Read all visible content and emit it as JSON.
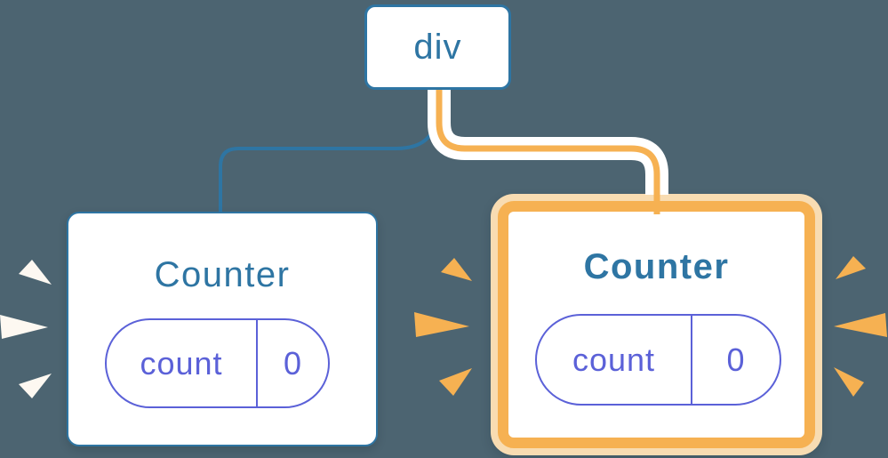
{
  "diagram_type": "react-render-tree",
  "colors": {
    "background": "#4c6471",
    "blue": "#2e75a3",
    "indigo": "#5b61d8",
    "orange": "#f6b152",
    "peach": "#f8dcb2",
    "card": "#ffffff",
    "sparkle": "#fdf8f1"
  },
  "tree": {
    "root": {
      "label": "div"
    },
    "children": [
      {
        "title": "Counter",
        "highlighted": false,
        "state": {
          "key": "count",
          "value": "0"
        }
      },
      {
        "title": "Counter",
        "highlighted": true,
        "state": {
          "key": "count",
          "value": "0"
        }
      }
    ]
  }
}
